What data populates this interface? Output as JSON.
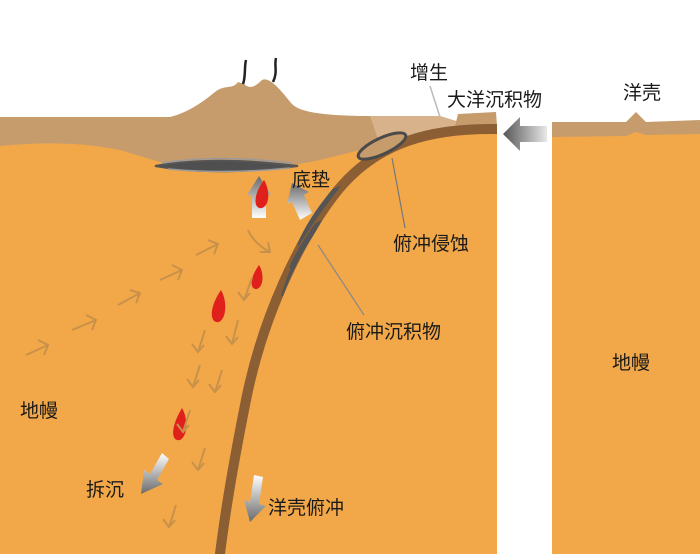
{
  "labels": {
    "accretion": "增生",
    "ocean_sediment": "大洋沉积物",
    "oceanic_crust": "洋壳",
    "underplating": "底垫",
    "subduction_erosion": "俯冲侵蚀",
    "subducted_sediment": "俯冲沉积物",
    "mantle_left": "地幔",
    "mantle_right": "地幔",
    "delamination": "拆沉",
    "crust_subduction": "洋壳俯冲"
  },
  "colors": {
    "mantle": "#f2a849",
    "crust": "#c69c6d",
    "slab": "#8b5e34",
    "arrow": "#c8914a",
    "melt": "#e0201b",
    "lens": "#555555",
    "sky": "#ffffff"
  }
}
